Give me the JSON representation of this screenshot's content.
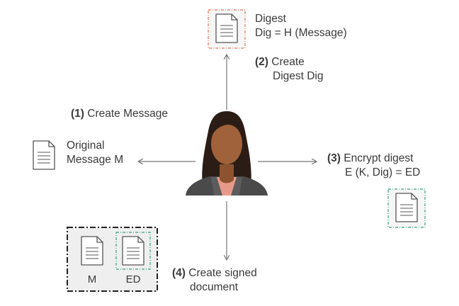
{
  "digest": {
    "line1": "Digest",
    "line2": "Dig = H (Message)"
  },
  "step2": {
    "num": "(2)",
    "line1": "Create",
    "line2": "Digest Dig"
  },
  "step1": {
    "num": "(1)",
    "text": "Create Message"
  },
  "original": {
    "line1": "Original",
    "line2": "Message M"
  },
  "step3": {
    "num": "(3)",
    "line1": "Encrypt digest",
    "line2": "E (K, Dig) = ED"
  },
  "step4": {
    "num": "(4)",
    "line1": "Create signed",
    "line2": "document"
  },
  "signed_doc": {
    "label_m": "M",
    "label_ed": "ED"
  },
  "icons": {
    "document": "document-icon",
    "person": "person-avatar-icon"
  },
  "colors": {
    "digest_border": "#e0775a",
    "encrypted_border": "#3aa17e",
    "signed_border": "#222222",
    "arrow": "#777777",
    "doc_stroke": "#555555",
    "skin": "#a0623a",
    "hair": "#2b1d15",
    "jacket": "#4a4a4a"
  }
}
